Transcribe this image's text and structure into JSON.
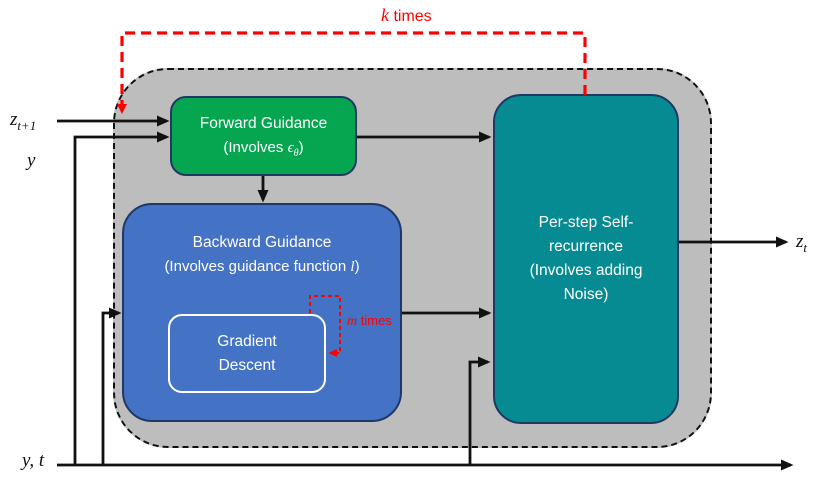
{
  "labels": {
    "z_in": {
      "base": "z",
      "sub": "t+1"
    },
    "y_in": "y",
    "yt_in": "y, t",
    "z_out": {
      "base": "z",
      "sub": "t"
    },
    "k_loop": {
      "var": "k",
      "rest": " times"
    },
    "m_loop": {
      "var": "m",
      "rest": " times"
    }
  },
  "boxes": {
    "forward": {
      "title": "Forward Guidance",
      "formula_prefix": "(Involves ",
      "formula_var": "ϵ",
      "formula_sub": "θ",
      "formula_suffix": ")"
    },
    "backward": {
      "title": "Backward Guidance",
      "formula_prefix": "(Involves guidance function ",
      "formula_var": "l",
      "formula_suffix": ")"
    },
    "gradient_descent": {
      "lines": [
        "Gradient",
        "Descent"
      ]
    },
    "self_recurrence": {
      "lines": [
        "Per-step Self-",
        "recurrence",
        "(Involves adding",
        "Noise)"
      ]
    }
  },
  "colors": {
    "green": "#06A550",
    "blue": "#4472C4",
    "teal": "#078B92",
    "gray": "#BDBDBD",
    "red": "#FF0000",
    "box-border": "#1F3864",
    "black": "#111111"
  }
}
